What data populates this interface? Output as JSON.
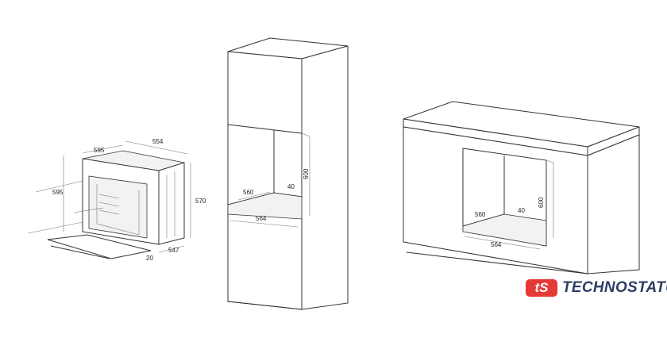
{
  "oven": {
    "width_top": "595",
    "depth_top": "554",
    "height_front": "595",
    "height_side": "570",
    "depth_side": "547",
    "door_offset": "20"
  },
  "tall_cabinet": {
    "niche_depth": "560",
    "ventilation": "40",
    "niche_height": "600",
    "niche_width": "564"
  },
  "wide_cabinet": {
    "niche_depth": "560",
    "ventilation": "40",
    "niche_height": "600",
    "niche_width": "564"
  },
  "logo": {
    "mark": "tS",
    "name": "TECHNOSTATUS",
    "color": "#e53935",
    "text_color": "#2c3e66"
  }
}
